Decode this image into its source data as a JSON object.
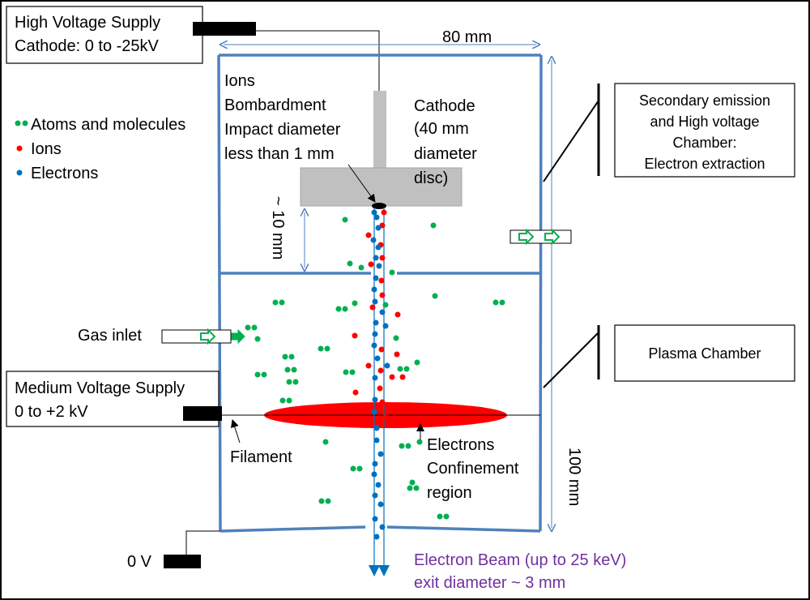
{
  "colors": {
    "chamber_wall": "#4f81bd",
    "cathode_disc": "#c0c0c0",
    "confinement": "#ff0000",
    "atoms": "#00b050",
    "ions": "#ff0000",
    "electrons": "#0070c0",
    "beam_text": "#7030a0"
  },
  "boxes": {
    "hv_line1": "High Voltage Supply",
    "hv_line2": "Cathode: 0 to -25kV",
    "mv_line1": "Medium Voltage Supply",
    "mv_line2": "0 to +2 kV",
    "secondary_line1": "Secondary emission",
    "secondary_line2": "and High voltage",
    "secondary_line3": "Chamber:",
    "secondary_line4": "Electron extraction",
    "plasma": "Plasma Chamber"
  },
  "legend": {
    "atoms": "Atoms and molecules",
    "ions": "Ions",
    "electrons": "Electrons"
  },
  "labels": {
    "width_dim": "80 mm",
    "height_dim": "100 mm",
    "gap_dim": "~ 10 mm",
    "ions_line1": "Ions",
    "ions_line2": "Bombardment",
    "ions_line3": "Impact diameter",
    "ions_line4": "less than 1 mm",
    "cathode_line1": "Cathode",
    "cathode_line2": "(40 mm",
    "cathode_line3": "diameter",
    "cathode_line4": "disc)",
    "gas_inlet": "Gas inlet",
    "filament": "Filament",
    "confine_line1": "Electrons",
    "confine_line2": "Confinement",
    "confine_line3": "region",
    "ground": "0 V",
    "beam_line1": "Electron Beam  (up to 25 keV)",
    "beam_line2": "exit diameter  ~ 3 mm"
  }
}
